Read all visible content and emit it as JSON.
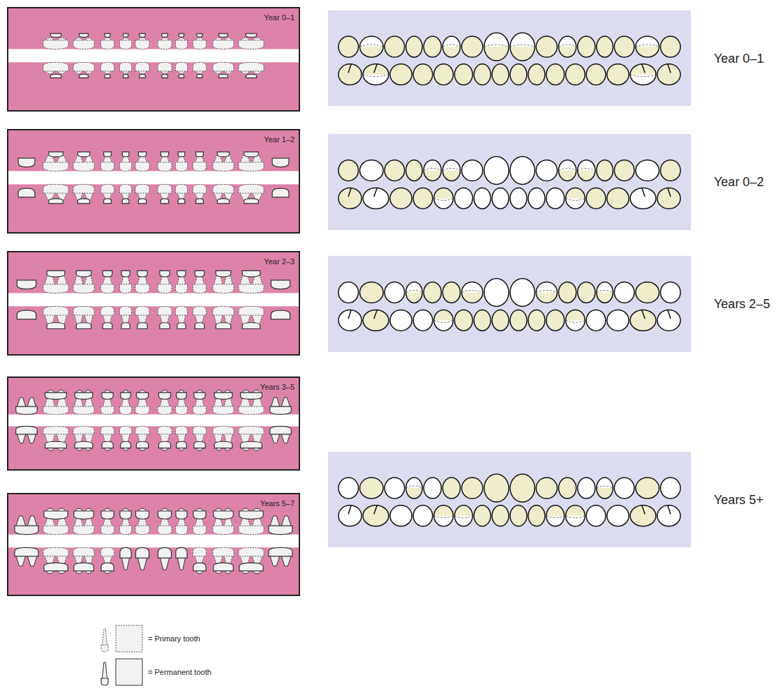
{
  "diagram": {
    "nodes": [
      {
        "text": [
          "Year 0–1"
        ]
      },
      {
        "text": [
          "Year 1–2"
        ]
      },
      {
        "text": [
          "Year 2–3"
        ]
      },
      {
        "text": [
          "Years 3–5"
        ]
      },
      {
        "text": [
          "Years 5–7"
        ]
      },
      {
        "text": [
          "Year 0–1"
        ]
      },
      {
        "text": [
          "Year 0–2"
        ]
      },
      {
        "text": [
          "Years 2–5"
        ]
      },
      {
        "text": [
          "Years 5+"
        ]
      }
    ],
    "legend": [
      {
        "text": "= Primary tooth"
      },
      {
        "text": "= Permanent tooth"
      }
    ]
  }
}
